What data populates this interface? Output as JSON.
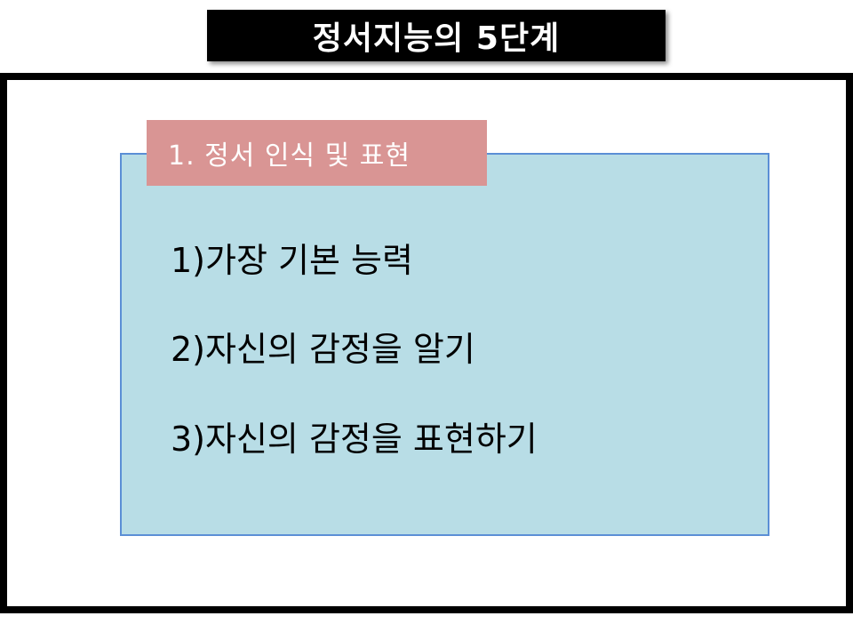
{
  "slide": {
    "title": "정서지능의 5단계",
    "section": {
      "label": "1. 정서 인식 및 표현"
    },
    "items": [
      "1)가장 기본 능력",
      "2)자신의 감정을 알기",
      "3)자신의 감정을 표현하기"
    ]
  },
  "colors": {
    "title_background": "#000000",
    "title_text": "#ffffff",
    "frame_border": "#000000",
    "content_background": "#b8dde6",
    "content_border": "#5b8fd6",
    "section_background": "#d99594",
    "section_text": "#ffffff"
  }
}
